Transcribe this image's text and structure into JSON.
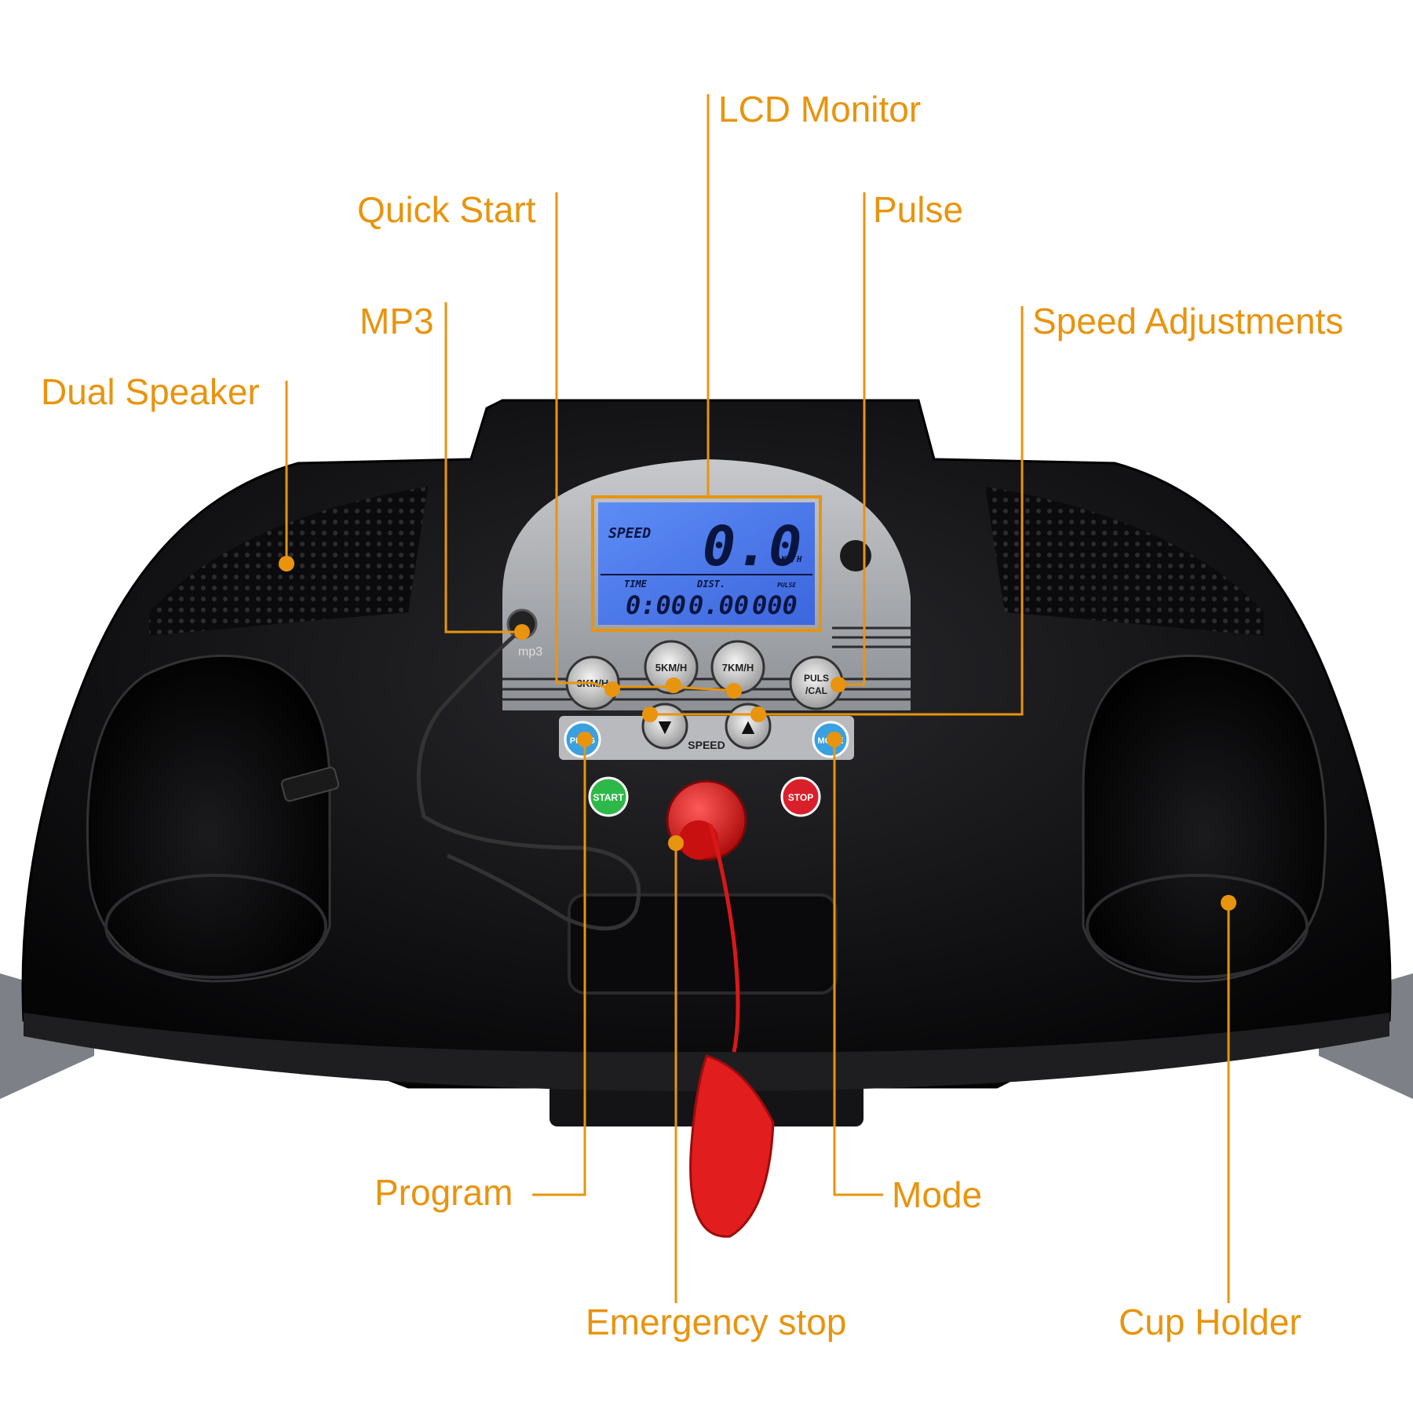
{
  "labels": {
    "lcd_monitor": "LCD Monitor",
    "quick_start": "Quick Start",
    "pulse": "Pulse",
    "mp3": "MP3",
    "speed_adjustments": "Speed Adjustments",
    "dual_speaker": "Dual Speaker",
    "program": "Program",
    "mode": "Mode",
    "emergency_stop": "Emergency stop",
    "cup_holder": "Cup Holder"
  },
  "lcd": {
    "speed_label": "SPEED",
    "speed_value": "0.0",
    "speed_unit": "KM/H",
    "time_label": "TIME",
    "dist_label": "DIST.",
    "pulse_label": "PULSE",
    "time_value": "0:00",
    "dist_value": "0.00",
    "pulse_value": "000"
  },
  "console": {
    "mp3_jack": "mp3",
    "quick_3": "3KM/H",
    "quick_5": "5KM/H",
    "quick_7": "7KM/H",
    "pulse_cal_1": "PULS",
    "pulse_cal_2": "/CAL",
    "speed_label": "SPEED",
    "speed_down": "▼",
    "speed_up": "▲",
    "prog_btn": "PROG",
    "mode_btn": "MODE",
    "start_btn": "START",
    "stop_btn": "STOP"
  },
  "colors": {
    "callout": "#e8940e",
    "lcd_background": "#4a78e8",
    "console_body": "#0d0d0f",
    "start_button": "#2fb84a",
    "stop_button": "#d9202a",
    "safety_key": "#e21d1d",
    "prog_mode_button": "#3aa0e0"
  }
}
